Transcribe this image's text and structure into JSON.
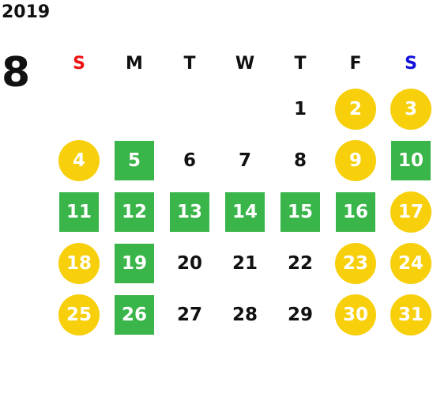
{
  "year": "2019",
  "month": "8",
  "weekdays": [
    {
      "label": "S",
      "color": "#ee1111"
    },
    {
      "label": "M",
      "color": "#111111"
    },
    {
      "label": "T",
      "color": "#111111"
    },
    {
      "label": "W",
      "color": "#111111"
    },
    {
      "label": "T",
      "color": "#111111"
    },
    {
      "label": "F",
      "color": "#111111"
    },
    {
      "label": "S",
      "color": "#1111dd"
    }
  ],
  "colors": {
    "holiday_circle": "#f7cf0a",
    "green_square": "#3ab54a"
  },
  "first_weekday_index": 4,
  "days": [
    {
      "label": "1",
      "style": "plain"
    },
    {
      "label": "2",
      "style": "circle"
    },
    {
      "label": "3",
      "style": "circle"
    },
    {
      "label": "4",
      "style": "circle"
    },
    {
      "label": "5",
      "style": "square"
    },
    {
      "label": "6",
      "style": "plain"
    },
    {
      "label": "7",
      "style": "plain"
    },
    {
      "label": "8",
      "style": "plain"
    },
    {
      "label": "9",
      "style": "circle"
    },
    {
      "label": "10",
      "style": "square"
    },
    {
      "label": "11",
      "style": "square"
    },
    {
      "label": "12",
      "style": "square"
    },
    {
      "label": "13",
      "style": "square"
    },
    {
      "label": "14",
      "style": "square"
    },
    {
      "label": "15",
      "style": "square"
    },
    {
      "label": "16",
      "style": "square"
    },
    {
      "label": "17",
      "style": "circle"
    },
    {
      "label": "18",
      "style": "circle"
    },
    {
      "label": "19",
      "style": "square"
    },
    {
      "label": "20",
      "style": "plain"
    },
    {
      "label": "21",
      "style": "plain"
    },
    {
      "label": "22",
      "style": "plain"
    },
    {
      "label": "23",
      "style": "circle"
    },
    {
      "label": "24",
      "style": "circle"
    },
    {
      "label": "25",
      "style": "circle"
    },
    {
      "label": "26",
      "style": "square"
    },
    {
      "label": "27",
      "style": "plain"
    },
    {
      "label": "28",
      "style": "plain"
    },
    {
      "label": "29",
      "style": "plain"
    },
    {
      "label": "30",
      "style": "circle"
    },
    {
      "label": "31",
      "style": "circle"
    }
  ]
}
